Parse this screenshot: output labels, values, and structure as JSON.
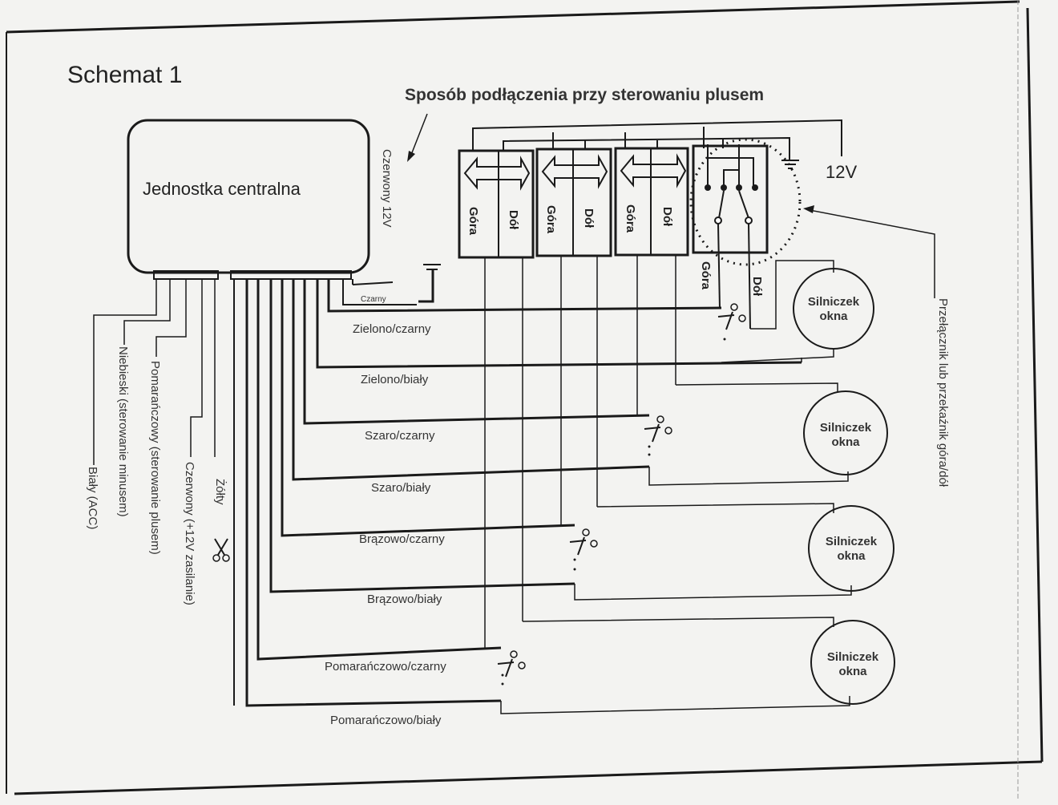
{
  "title": "Schemat 1",
  "subtitle": "Sposób podłączenia przy sterowaniu plusem",
  "central_unit": {
    "label": "Jednostka centralna"
  },
  "power": {
    "supply_label": "12V",
    "red_wire_label": "Czerwony 12V",
    "ground_wire_label": "Czarny"
  },
  "left_wires": [
    {
      "label": "Żółty",
      "cut": true
    },
    {
      "label": "Czerwony (+12V zasilanie)"
    },
    {
      "label": "Pomarańczowy (sterowanie plusem)"
    },
    {
      "label": "Niebieski (sterowanie minusem)"
    },
    {
      "label": "Biały (ACC)"
    }
  ],
  "bottom_wires": [
    {
      "label": "Zielono/czarny"
    },
    {
      "label": "Zielono/biały"
    },
    {
      "label": "Szaro/czarny"
    },
    {
      "label": "Szaro/biały"
    },
    {
      "label": "Brązowo/czarny"
    },
    {
      "label": "Brązowo/biały"
    },
    {
      "label": "Pomarańczowo/czarny"
    },
    {
      "label": "Pomarańczowo/biały"
    }
  ],
  "switches": [
    {
      "up": "Góra",
      "down": "Dół"
    },
    {
      "up": "Góra",
      "down": "Dół"
    },
    {
      "up": "Góra",
      "down": "Dół"
    }
  ],
  "relay": {
    "up": "Góra",
    "down": "Dół"
  },
  "motors": [
    {
      "label_line1": "Silniczek",
      "label_line2": "okna"
    },
    {
      "label_line1": "Silniczek",
      "label_line2": "okna"
    },
    {
      "label_line1": "Silniczek",
      "label_line2": "okna"
    },
    {
      "label_line1": "Silniczek",
      "label_line2": "okna"
    }
  ],
  "callout": {
    "label": "Przełącznik lub przekaźnik góra/dół"
  },
  "icons": {
    "scissors": "scissors-icon",
    "ground": "ground-icon",
    "arrows": "double-arrow-icon"
  }
}
